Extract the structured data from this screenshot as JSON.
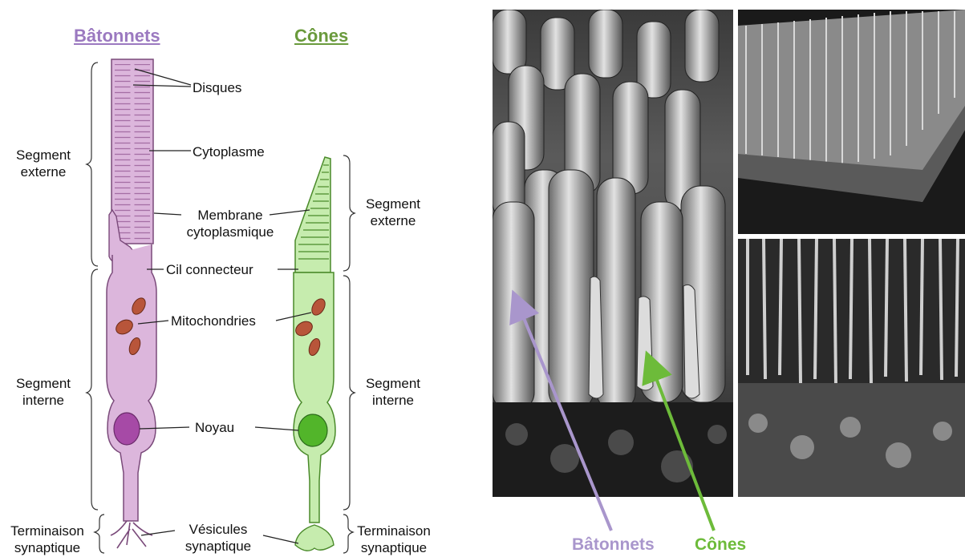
{
  "diagram": {
    "rods_title": "Bâtonnets",
    "cones_title": "Cônes",
    "labels": {
      "disques": "Disques",
      "cytoplasme": "Cytoplasme",
      "membrane_line1": "Membrane",
      "membrane_line2": "cytoplasmique",
      "cil": "Cil connecteur",
      "mitochondries": "Mitochondries",
      "noyau": "Noyau",
      "vesicules_line1": "Vésicules",
      "vesicules_line2": "synaptique",
      "rod_seg_ext_1": "Segment",
      "rod_seg_ext_2": "externe",
      "rod_seg_int_1": "Segment",
      "rod_seg_int_2": "interne",
      "rod_term_1": "Terminaison",
      "rod_term_2": "synaptique",
      "cone_seg_ext_1": "Segment",
      "cone_seg_ext_2": "externe",
      "cone_seg_int_1": "Segment",
      "cone_seg_int_2": "interne",
      "cone_term_1": "Terminaison",
      "cone_term_2": "synaptique"
    },
    "colors": {
      "rod_fill": "#dcb6dc",
      "rod_title": "#9b79c0",
      "cone_fill": "#c6ecae",
      "cone_title": "#6a9a3c"
    }
  },
  "photo": {
    "caption_rods": "Bâtonnets",
    "caption_cones": "Cônes",
    "colors": {
      "rods_arrow": "#a996cc",
      "cones_arrow": "#6dbb3a"
    }
  }
}
